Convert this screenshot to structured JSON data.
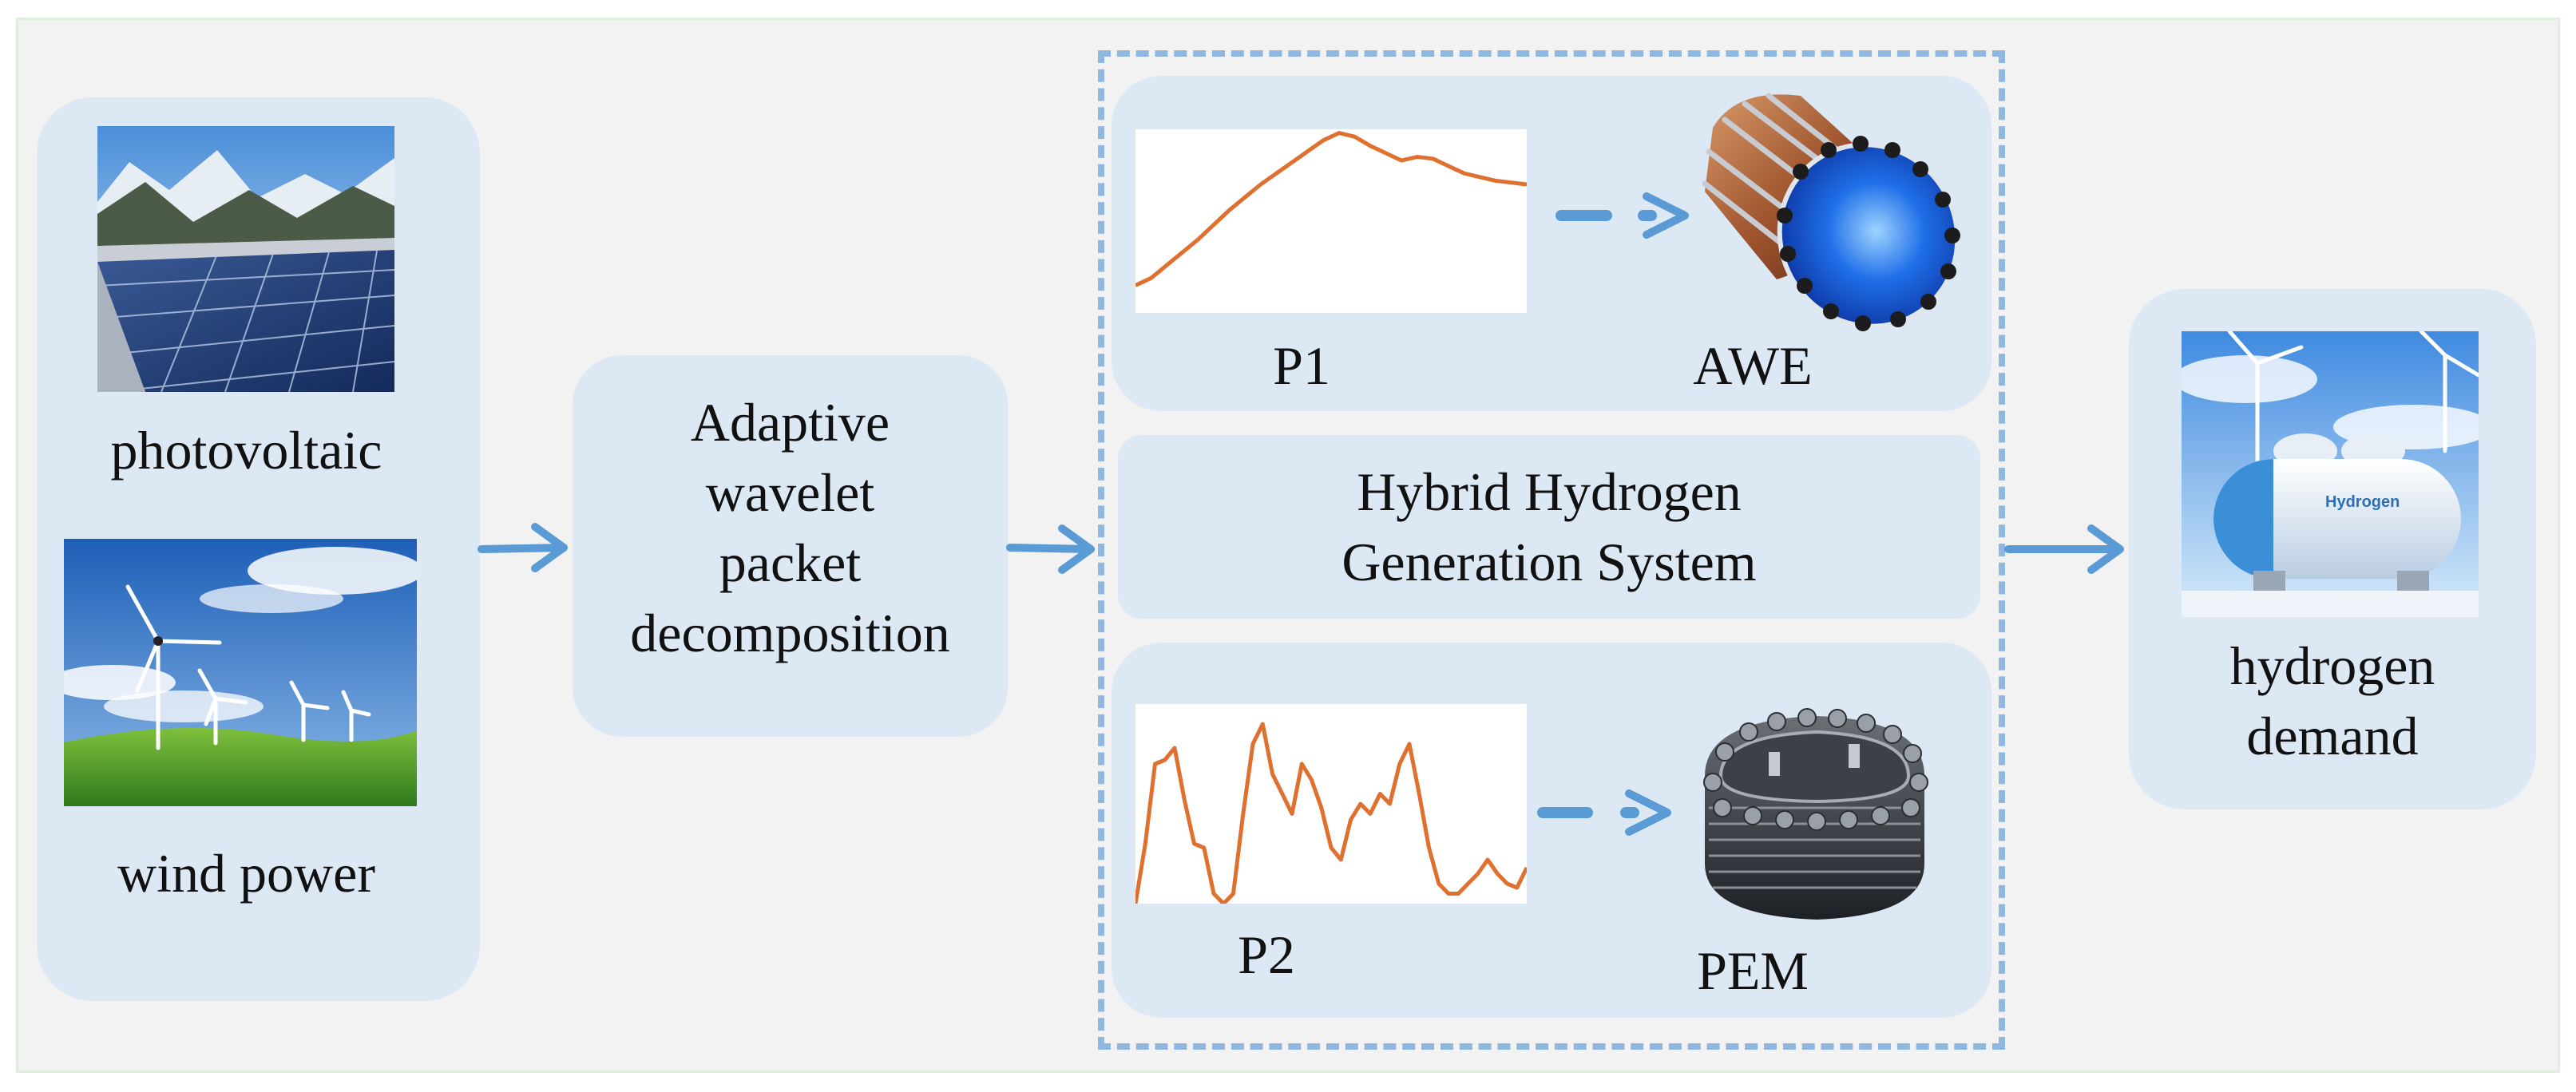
{
  "sources": {
    "photovoltaic_label": "photovoltaic",
    "wind_label": "wind power"
  },
  "decomposition": {
    "label": "Adaptive\nwavelet\npacket\ndecomposition"
  },
  "system": {
    "label": "Hybrid Hydrogen\nGeneration System",
    "upper": {
      "signal_label": "P1",
      "device_label": "AWE"
    },
    "lower": {
      "signal_label": "P2",
      "device_label": "PEM"
    }
  },
  "demand": {
    "label": "hydrogen\ndemand",
    "tank_text": "Hydrogen"
  },
  "colors": {
    "panel": "#dce8f4",
    "arrow": "#5b9bd5",
    "dash_border": "#8fb7e0",
    "signal_line": "#e07030"
  },
  "chart_data": [
    {
      "type": "line",
      "title": "P1",
      "xlabel": "",
      "ylabel": "",
      "x": [
        0,
        1,
        2,
        3,
        4,
        5,
        6,
        7,
        8,
        9,
        10,
        11,
        12,
        13,
        14,
        15,
        16,
        17,
        18,
        19,
        20,
        21,
        22,
        23,
        24,
        25
      ],
      "values": [
        0.15,
        0.19,
        0.26,
        0.33,
        0.4,
        0.48,
        0.56,
        0.63,
        0.7,
        0.76,
        0.82,
        0.88,
        0.94,
        0.98,
        0.96,
        0.91,
        0.87,
        0.83,
        0.85,
        0.84,
        0.8,
        0.76,
        0.74,
        0.72,
        0.71,
        0.7
      ],
      "ylim": [
        0,
        1
      ]
    },
    {
      "type": "line",
      "title": "P2",
      "xlabel": "",
      "ylabel": "",
      "x": [
        0,
        1,
        2,
        3,
        4,
        5,
        6,
        7,
        8,
        9,
        10,
        11,
        12,
        13,
        14,
        15,
        16,
        17,
        18,
        19,
        20,
        21,
        22,
        23,
        24,
        25,
        26,
        27,
        28,
        29,
        30,
        31,
        32,
        33,
        34,
        35,
        36,
        37,
        38,
        39,
        40
      ],
      "values": [
        0.0,
        0.3,
        0.7,
        0.72,
        0.78,
        0.52,
        0.3,
        0.28,
        0.05,
        0.0,
        0.05,
        0.45,
        0.8,
        0.9,
        0.65,
        0.55,
        0.45,
        0.7,
        0.62,
        0.48,
        0.28,
        0.22,
        0.42,
        0.5,
        0.45,
        0.55,
        0.5,
        0.7,
        0.8,
        0.55,
        0.28,
        0.1,
        0.05,
        0.05,
        0.1,
        0.15,
        0.22,
        0.15,
        0.1,
        0.08,
        0.18
      ],
      "ylim": [
        0,
        1
      ]
    }
  ]
}
